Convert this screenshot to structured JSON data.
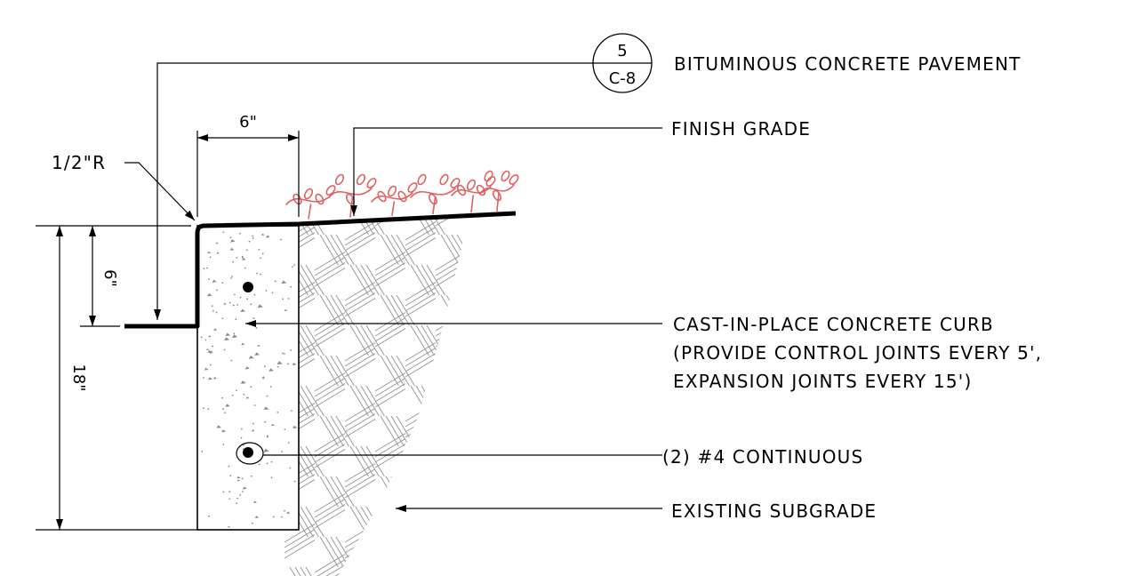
{
  "callout": {
    "detail_number": "5",
    "sheet_ref": "C-8",
    "label": "BITUMINOUS CONCRETE PAVEMENT"
  },
  "labels": {
    "finish_grade": "FINISH GRADE",
    "radius": "1/2\"R",
    "curb_line1": "CAST-IN-PLACE CONCRETE CURB",
    "curb_line2": "(PROVIDE CONTROL JOINTS EVERY 5',",
    "curb_line3": "EXPANSION JOINTS EVERY 15')",
    "rebar": "(2) #4 CONTINUOUS",
    "subgrade": "EXISTING SUBGRADE"
  },
  "dimensions": {
    "curb_width": "6\"",
    "reveal_height": "6\"",
    "total_height": "18\""
  },
  "colors": {
    "linework": "#000000",
    "soil_hatch": "#9a9a9a",
    "plants": "#e06060",
    "concrete_stipple": "#8a8a8a"
  }
}
